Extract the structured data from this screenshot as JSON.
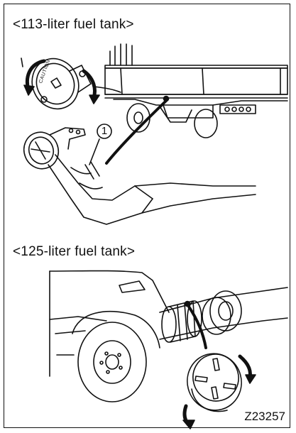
{
  "heading_113": "<113-liter fuel tank>",
  "heading_125": "<125-liter fuel tank>",
  "callout_number": "1",
  "cap_label": "CAUTION",
  "figure_id": "Z23257"
}
